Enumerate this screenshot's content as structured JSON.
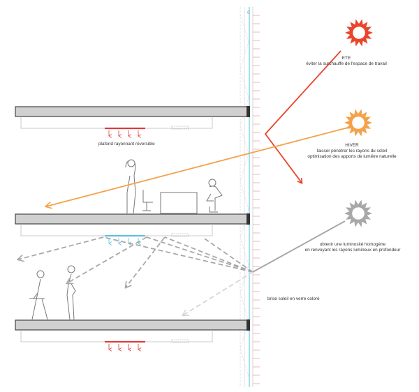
{
  "facade_mark": "6",
  "labels": {
    "ete_title": "ETE",
    "ete_text": "éviter la surchauffe de l'espace de travail",
    "hiver_title": "HIVER",
    "hiver_line1": "laisser pénétrer les rayons du soleil",
    "hiver_line2": "optimisation des apports de lumière naturelle",
    "diffuse_line1": "obtenir une luminosité homogène",
    "diffuse_line2": "en renvoyant les rayons lumineux en profondeur",
    "ceiling": "plafond rayonnant réversible",
    "brise_soleil": "brise soleil en verre coloré"
  },
  "colors": {
    "summer_sun": "#e8452b",
    "winter_sun": "#f4a24a",
    "diffuse": "#a8a8a8",
    "slab_fill": "#d0d0d0",
    "facade_glass": "#7fd0e8",
    "ceiling_heat": "#e03a3a",
    "ceiling_cool": "#5fbfdc"
  },
  "icons": [
    "sun-summer-icon",
    "sun-winter-icon",
    "sun-diffuse-icon"
  ]
}
